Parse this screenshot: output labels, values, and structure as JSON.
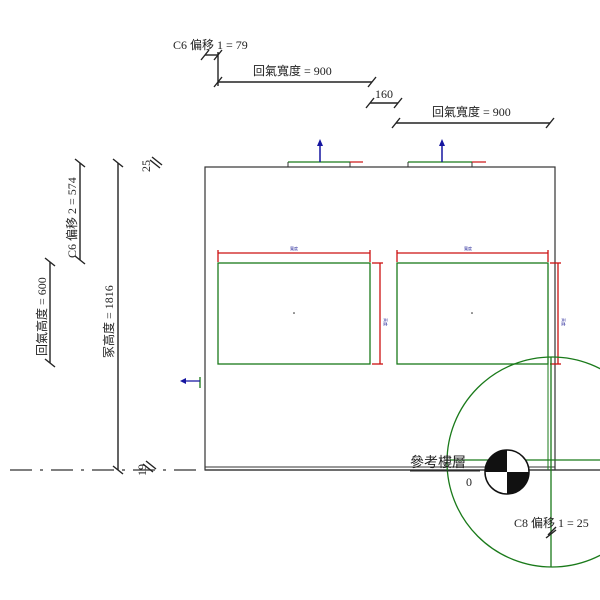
{
  "dimensions": {
    "c6_offset_1": "C6 偏移 1 = 79",
    "return_width_1": "回氣寬度 = 900",
    "gap": "160",
    "return_width_2": "回氣寬度 = 900",
    "return_height": "回氣高度 = 600",
    "c6_offset_2": "C6 偏移 2 = 574",
    "box_height": "冢高度 = 1816",
    "top_offset": "25",
    "bottom_offset": "19",
    "c8_offset_1": "C8 偏移 1 = 25"
  },
  "reference_level": {
    "label": "參考樓層",
    "elevation": "0"
  },
  "tiny_labels": {
    "width": "寬度",
    "height": "高度"
  },
  "colors": {
    "green": "#1a7a1a",
    "red": "#cc1111",
    "blue": "#1515a0",
    "line": "#222222"
  }
}
